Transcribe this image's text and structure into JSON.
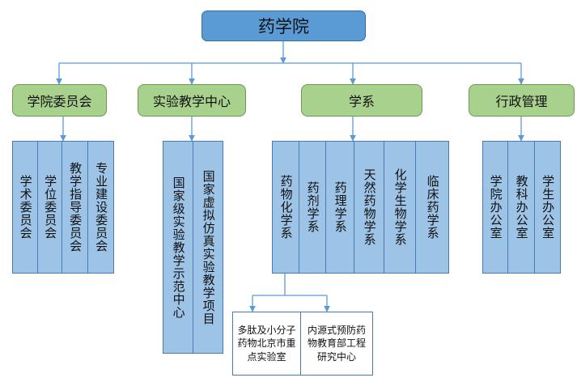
{
  "root": "药学院",
  "categories": [
    {
      "label": "学院委员会",
      "units": [
        "学术委员会",
        "学位委员会",
        "教学指导委员会",
        "专业建设委员会"
      ]
    },
    {
      "label": "实验教学中心",
      "units": [
        "国家级实验教学示范中心",
        "国家虚拟仿真实验教学项目"
      ]
    },
    {
      "label": "学系",
      "units": [
        "药物化学系",
        "药剂学系",
        "药理学系",
        "天然药物学系",
        "化学生物学系",
        "临床药学系"
      ]
    },
    {
      "label": "行政管理",
      "units": [
        "学院办公室",
        "教科办公室",
        "学生办公室"
      ]
    }
  ],
  "sub_units": [
    "多肽及小分子药物北京市重点实验室",
    "内源式预防药物教育部工程研究中心"
  ],
  "colors": {
    "root": "#5b9bd5",
    "category": "#a9d18e",
    "unit": "#9dc3e6",
    "line": "#5b9bd5"
  }
}
